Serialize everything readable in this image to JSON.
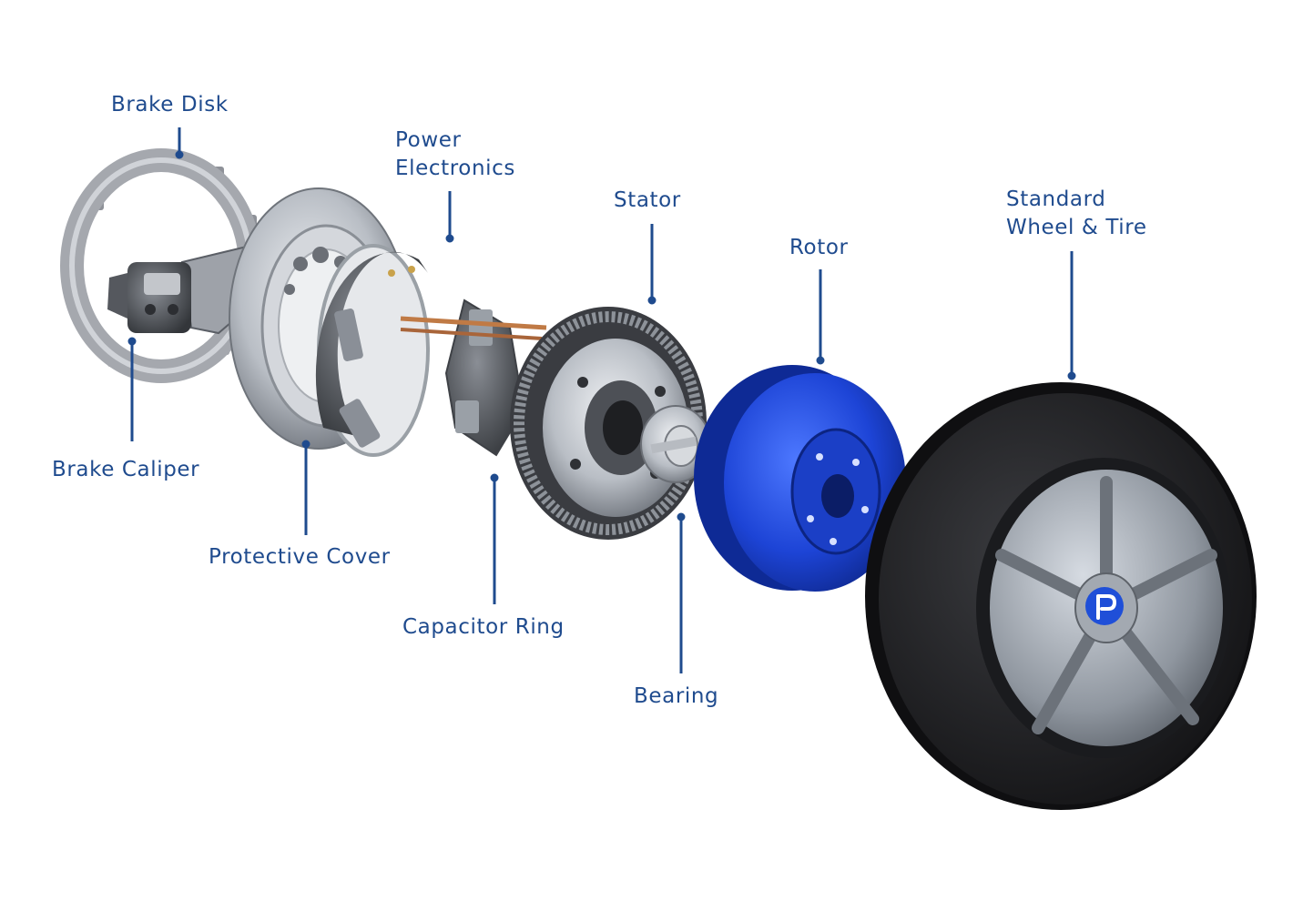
{
  "colors": {
    "label": "#1f4b8e",
    "leader": "#1f4b8e",
    "rotor": "#1a3fd0",
    "tire": "#1c1c1e",
    "metal": "#9aa0a8",
    "dark_metal": "#4a4d52",
    "copper": "#c07a45",
    "background": "#ffffff"
  },
  "labels": {
    "brake_disk": "Brake Disk",
    "power_electronics": [
      "Power",
      "Electronics"
    ],
    "stator": "Stator",
    "rotor": "Rotor",
    "standard_wheel_tire": [
      "Standard",
      "Wheel & Tire"
    ],
    "brake_caliper": "Brake Caliper",
    "protective_cover": "Protective Cover",
    "capacitor_ring": "Capacitor Ring",
    "bearing": "Bearing"
  },
  "icons": {
    "hub_logo": "p-logo-icon"
  }
}
